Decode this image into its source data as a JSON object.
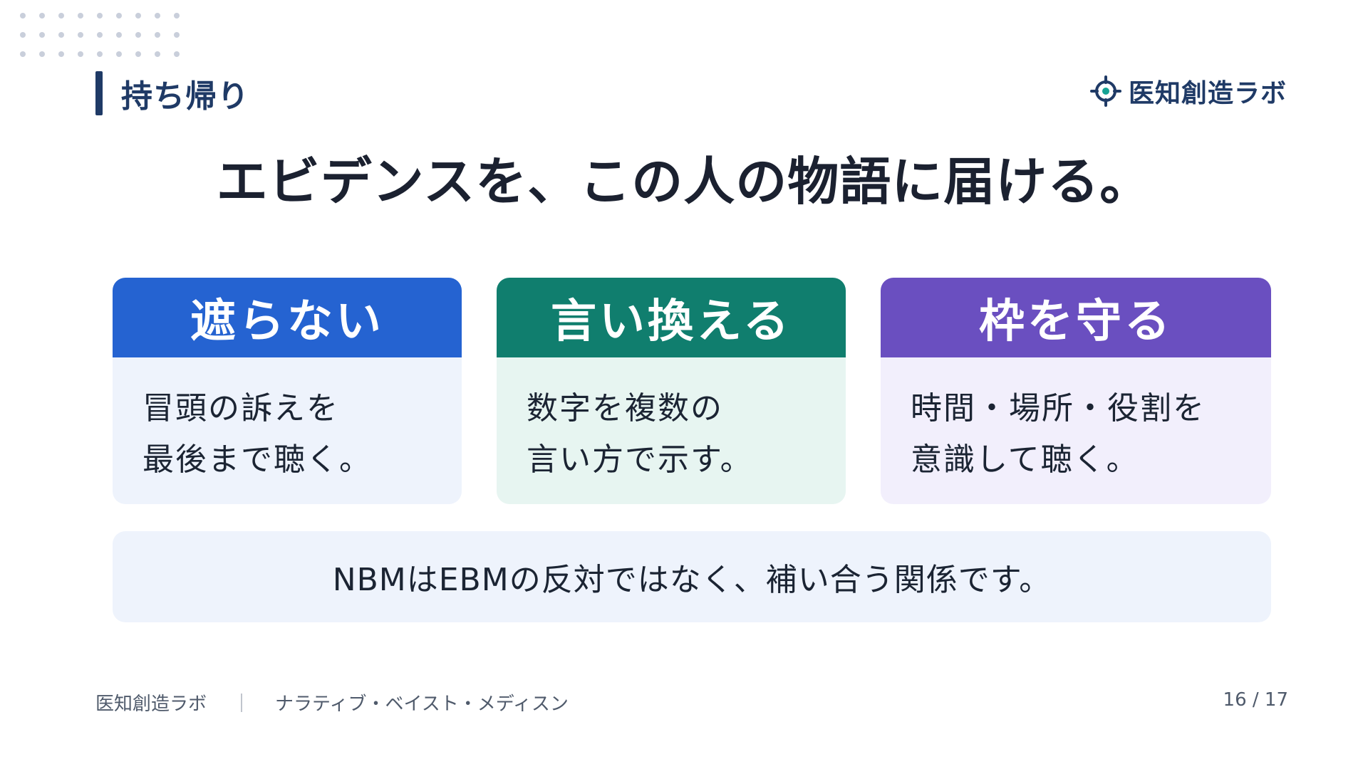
{
  "slide": {
    "section_label": "持ち帰り",
    "brand_name": "医知創造ラボ",
    "headline": "エビデンスを、この人の物語に届ける。"
  },
  "cards": [
    {
      "title": "遮らない",
      "lines": [
        "冒頭の訴えを",
        "最後まで聴く。"
      ],
      "accent": "#2563d1",
      "background": "#eef3fc"
    },
    {
      "title": "言い換える",
      "lines": [
        "数字を複数の",
        "言い方で示す。"
      ],
      "accent": "#107e6e",
      "background": "#e7f5f1"
    },
    {
      "title": "枠を守る",
      "lines": [
        "時間・場所・役割を",
        "意識して聴く。"
      ],
      "accent": "#6a4fc0",
      "background": "#f2effc"
    }
  ],
  "note": "NBMはEBMの反対ではなく、補い合う関係です。",
  "footer": {
    "brand": "医知創造ラボ",
    "separator": "｜",
    "series": "ナラティブ・ベイスト・メディスン",
    "page": "16 / 17"
  },
  "icons": {
    "decoration": "dot-grid-icon",
    "brand": "crosshair-logo-icon"
  }
}
